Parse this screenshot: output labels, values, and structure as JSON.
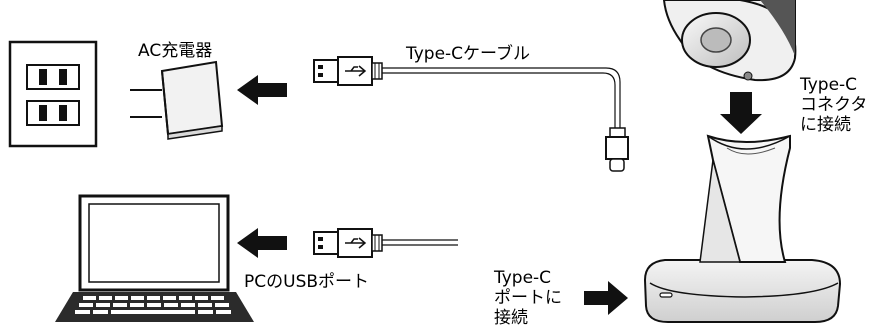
{
  "labels": {
    "ac_charger": "AC充電器",
    "typec_cable": "Type-Cケーブル",
    "typec_connector": [
      "Type-C",
      "コネクタ",
      "に接続"
    ],
    "pc_usb_port": "PCのUSBポート",
    "typec_port": [
      "Type-C",
      "ポートに",
      "接続"
    ]
  },
  "colors": {
    "stroke": "#111111",
    "fill_light": "#f2f2f2",
    "fill_mid": "#d9d9d9",
    "fill_dark": "#2b2b2b"
  },
  "icons": [
    "wall-outlet-icon",
    "ac-adapter-icon",
    "usb-a-plug-icon",
    "usb-c-plug-icon",
    "laptop-icon",
    "headset-earpiece-icon",
    "charging-stand-icon",
    "arrow-left-icon",
    "arrow-down-icon",
    "arrow-right-icon"
  ]
}
